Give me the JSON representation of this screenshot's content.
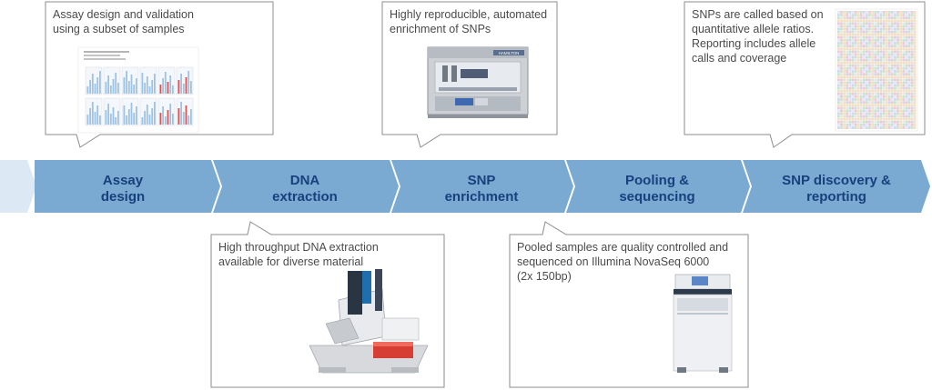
{
  "steps": [
    {
      "line1": "Assay",
      "line2": "design"
    },
    {
      "line1": "DNA",
      "line2": "extraction"
    },
    {
      "line1": "SNP",
      "line2": "enrichment"
    },
    {
      "line1": "Pooling &",
      "line2": "sequencing"
    },
    {
      "line1": "SNP discovery &",
      "line2": "reporting"
    }
  ],
  "callouts": {
    "assay_design": {
      "lines": [
        "Assay design and validation",
        "using a subset of samples"
      ]
    },
    "dna_extraction": {
      "lines": [
        "High throughput DNA extraction",
        "available for diverse material"
      ]
    },
    "snp_enrichment": {
      "lines": [
        "Highly reproducible, automated",
        "enrichment of SNPs"
      ],
      "instrument_brand": "HAMILTON"
    },
    "sequencing": {
      "lines": [
        "Pooled samples are quality controlled and",
        "sequenced on Illumina NovaSeq 6000",
        "(2x 150bp)"
      ]
    },
    "reporting": {
      "lines": [
        "SNPs are called based on",
        "quantitative allele ratios.",
        "Reporting includes allele",
        "calls and coverage"
      ]
    }
  },
  "colors": {
    "arrow_fill": "#7aaad2",
    "tail_fill": "#dce9f4",
    "label_text": "#17407d",
    "callout_border": "#8c8c8c",
    "callout_text": "#4a4a4a"
  },
  "icons": [
    "assay-chart-thumbnail",
    "liquid-handler-robot",
    "dna-extraction-instrument",
    "sequencer-instrument",
    "allele-heatmap-thumbnail"
  ]
}
